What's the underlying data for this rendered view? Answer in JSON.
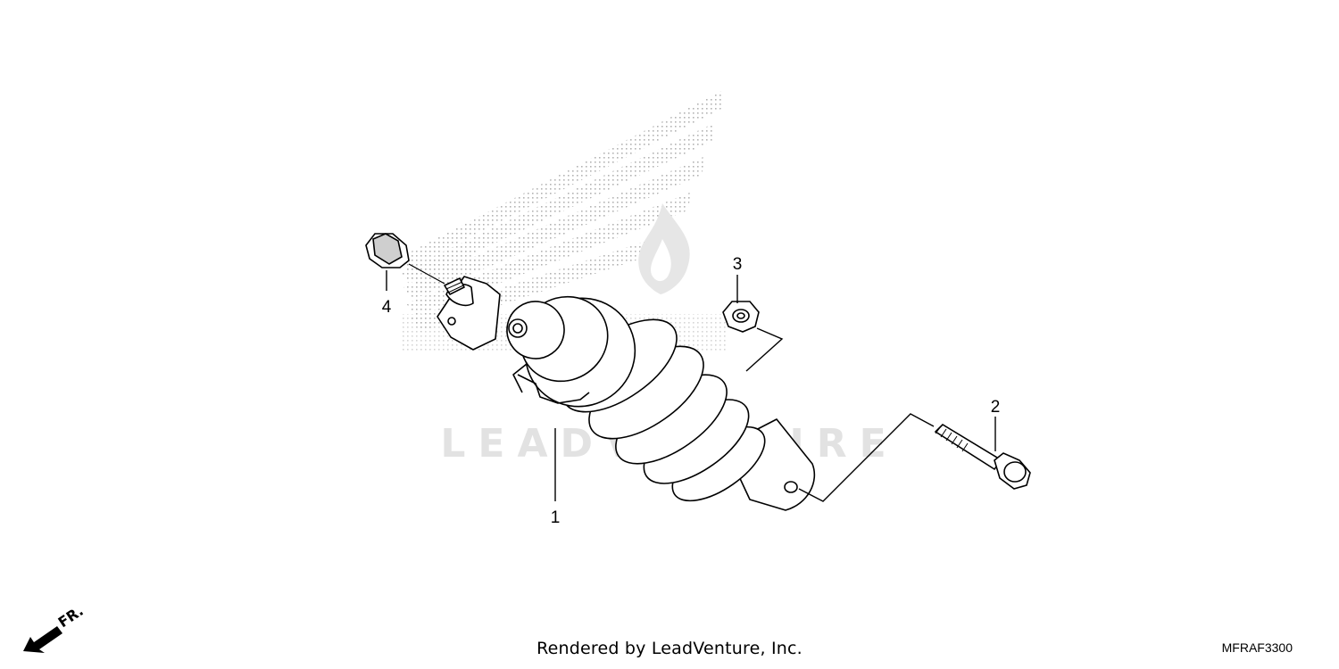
{
  "diagram": {
    "title": "",
    "watermark": "LEADVENTURE",
    "parts": [
      {
        "callout": "1",
        "name": "rear-shock-absorber"
      },
      {
        "callout": "2",
        "name": "flange-bolt"
      },
      {
        "callout": "3",
        "name": "flange-nut"
      },
      {
        "callout": "4",
        "name": "cap-nut"
      }
    ]
  },
  "labels": {
    "callout_1": "1",
    "callout_2": "2",
    "callout_3": "3",
    "callout_4": "4",
    "direction": "FR."
  },
  "footer": {
    "rendered_by": "Rendered by LeadVenture, Inc.",
    "diagram_code": "MFRAF3300"
  }
}
